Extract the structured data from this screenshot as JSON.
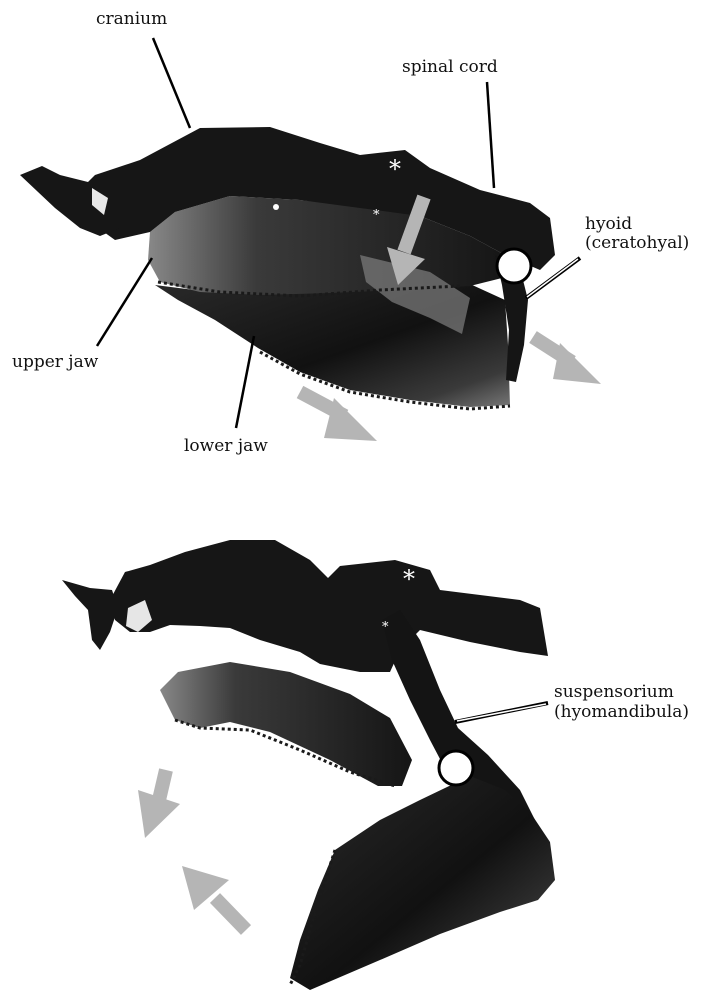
{
  "top_panel": {
    "labels": {
      "cranium": "cranium",
      "spinal_cord": "spinal cord",
      "hyoid_line1": "hyoid",
      "hyoid_line2": "(ceratohyal)",
      "upper_jaw": "upper jaw",
      "lower_jaw": "lower jaw"
    },
    "markers": {
      "asterisk": "*"
    }
  },
  "bottom_panel": {
    "labels": {
      "suspensorium_line1": "suspensorium",
      "suspensorium_line2": "(hyomandibula)"
    },
    "markers": {
      "asterisk": "*"
    }
  },
  "colors": {
    "specimen": "#161616",
    "highlight": "#9a9a9a",
    "arrow": "#b5b5b5",
    "leader_line": "#000000",
    "joint_marker_fill": "#ffffff"
  }
}
